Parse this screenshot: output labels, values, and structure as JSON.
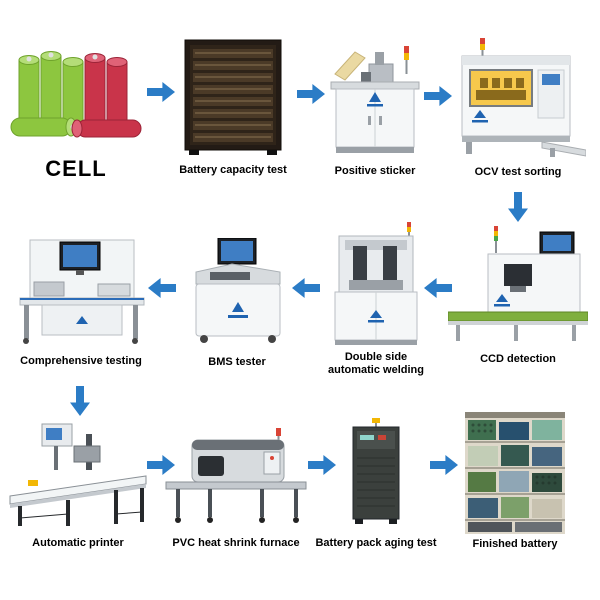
{
  "colors": {
    "arrow_blue": "#2b7cc6",
    "brand_blue": "#1f63b0",
    "label_black": "#000000"
  },
  "stations": {
    "cell": {
      "label": "CELL"
    },
    "battery_capacity_test": {
      "label": "Battery capacity test"
    },
    "positive_sticker": {
      "label": "Positive sticker"
    },
    "ocv_test_sorting": {
      "label": "OCV test sorting"
    },
    "ccd_detection": {
      "label": "CCD detection"
    },
    "double_side_welding": {
      "label_line1": "Double side",
      "label_line2": "automatic welding"
    },
    "bms_tester": {
      "label": "BMS tester"
    },
    "comprehensive_testing": {
      "label": "Comprehensive testing"
    },
    "automatic_printer": {
      "label": "Automatic printer"
    },
    "pvc_heat_shrink_furnace": {
      "label": "PVC heat shrink furnace"
    },
    "battery_pack_aging_test": {
      "label": "Battery pack aging test"
    },
    "finished_battery": {
      "label": "Finished battery"
    }
  }
}
